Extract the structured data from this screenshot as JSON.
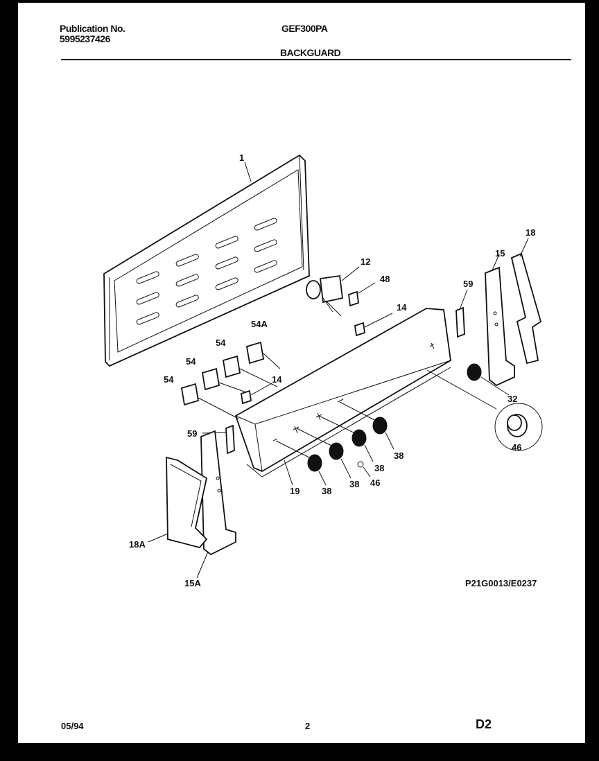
{
  "header": {
    "publication_label": "Publication No.",
    "publication_number": "5995237426",
    "model": "GEF300PA",
    "section": "BACKGUARD"
  },
  "diagram": {
    "reference": "P21G0013/E0237",
    "callouts": {
      "backguard_panel": "1",
      "thermostat": "12",
      "bracket_48": "48",
      "switch_14_upper": "14",
      "switch_14_lower": "14",
      "end_panel_right": "15",
      "trim_right": "18",
      "bracket_59_right": "59",
      "switch_54a": "54A",
      "switch_54_a": "54",
      "switch_54_b": "54",
      "switch_54_c": "54",
      "bracket_59_left": "59",
      "knob_32": "32",
      "knob_detail_46": "46",
      "knob_38_a": "38",
      "knob_38_b": "38",
      "knob_38_c": "38",
      "knob_38_d": "38",
      "knob_46": "46",
      "console_19": "19",
      "trim_left_18a": "18A",
      "end_panel_left_15a": "15A"
    }
  },
  "footer": {
    "date": "05/94",
    "page": "2",
    "code": "D2"
  }
}
